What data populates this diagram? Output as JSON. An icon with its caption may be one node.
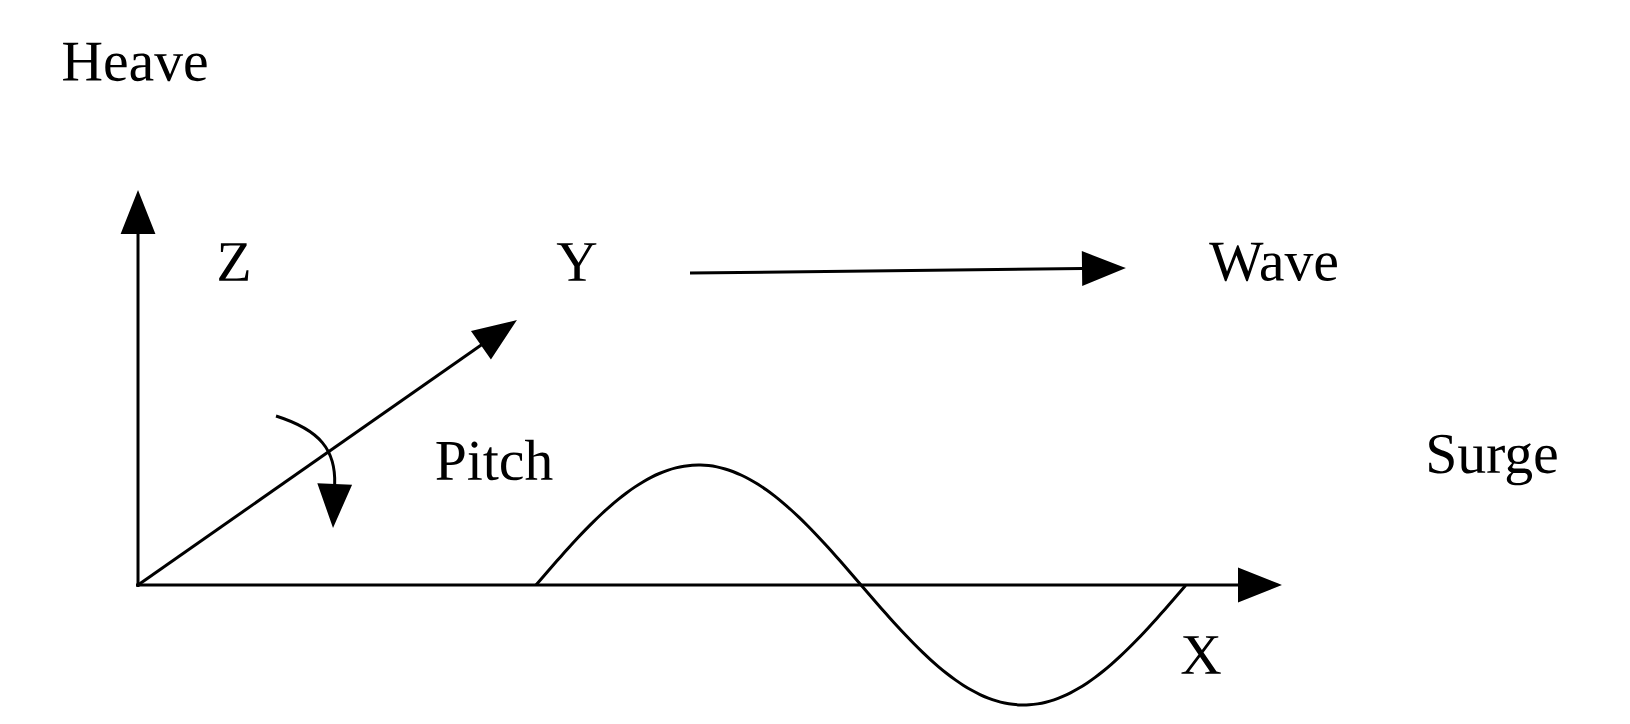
{
  "diagram": {
    "labels": [
      "Heave",
      "Z",
      "Y",
      "Wave",
      "Pitch",
      "Surge",
      "X"
    ]
  }
}
